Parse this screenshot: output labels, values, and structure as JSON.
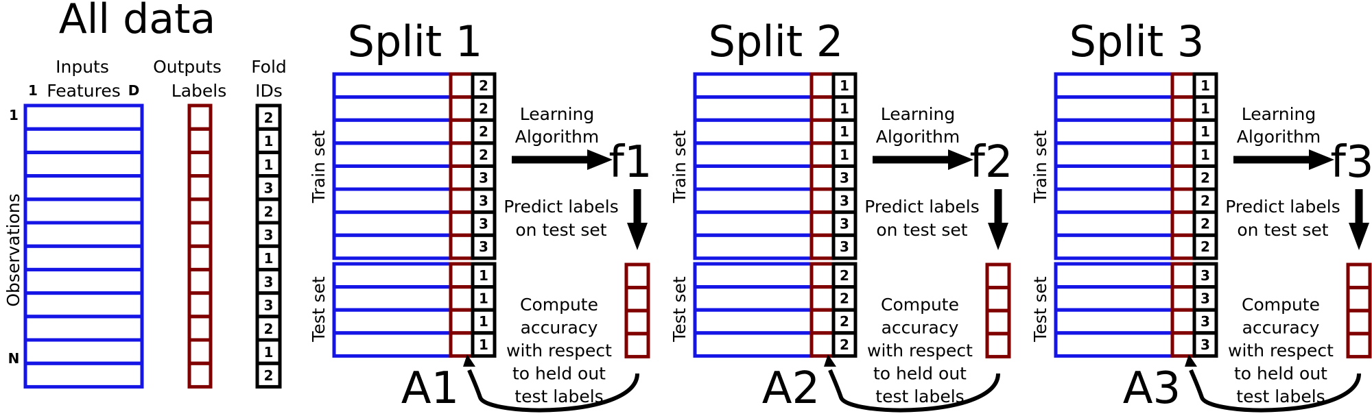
{
  "all_data": {
    "title": "All data",
    "inputs_header": "Inputs",
    "features_label": "Features",
    "feature_first": "1",
    "feature_last": "D",
    "outputs_header": "Outputs",
    "labels_label": "Labels",
    "fold_header": "Fold",
    "ids_label": "IDs",
    "observations_label": "Observations",
    "obs_first": "1",
    "obs_last": "N",
    "fold_ids": [
      "2",
      "1",
      "1",
      "3",
      "2",
      "3",
      "1",
      "3",
      "3",
      "2",
      "1",
      "2"
    ]
  },
  "splits": [
    {
      "title": "Split 1",
      "train_label": "Train set",
      "test_label": "Test set",
      "train_ids": [
        "2",
        "2",
        "2",
        "2",
        "3",
        "3",
        "3",
        "3"
      ],
      "test_ids": [
        "1",
        "1",
        "1",
        "1"
      ],
      "learning_line1": "Learning",
      "learning_line2": "Algorithm",
      "model": "f1",
      "predict_line1": "Predict labels",
      "predict_line2": "on test set",
      "compute_lines": [
        "Compute",
        "accuracy",
        "with respect",
        "to held out",
        "test labels"
      ],
      "accuracy": "A1"
    },
    {
      "title": "Split 2",
      "train_label": "Train set",
      "test_label": "Test set",
      "train_ids": [
        "1",
        "1",
        "1",
        "1",
        "3",
        "3",
        "3",
        "3"
      ],
      "test_ids": [
        "2",
        "2",
        "2",
        "2"
      ],
      "learning_line1": "Learning",
      "learning_line2": "Algorithm",
      "model": "f2",
      "predict_line1": "Predict labels",
      "predict_line2": "on test set",
      "compute_lines": [
        "Compute",
        "accuracy",
        "with respect",
        "to held out",
        "test labels"
      ],
      "accuracy": "A2"
    },
    {
      "title": "Split 3",
      "train_label": "Train set",
      "test_label": "Test set",
      "train_ids": [
        "1",
        "1",
        "1",
        "1",
        "2",
        "2",
        "2",
        "2"
      ],
      "test_ids": [
        "3",
        "3",
        "3",
        "3"
      ],
      "learning_line1": "Learning",
      "learning_line2": "Algorithm",
      "model": "f3",
      "predict_line1": "Predict labels",
      "predict_line2": "on test set",
      "compute_lines": [
        "Compute",
        "accuracy",
        "with respect",
        "to held out",
        "test labels"
      ],
      "accuracy": "A3"
    }
  ],
  "colors": {
    "features": "#1515e6",
    "labels": "#800000",
    "ids": "#000000"
  }
}
